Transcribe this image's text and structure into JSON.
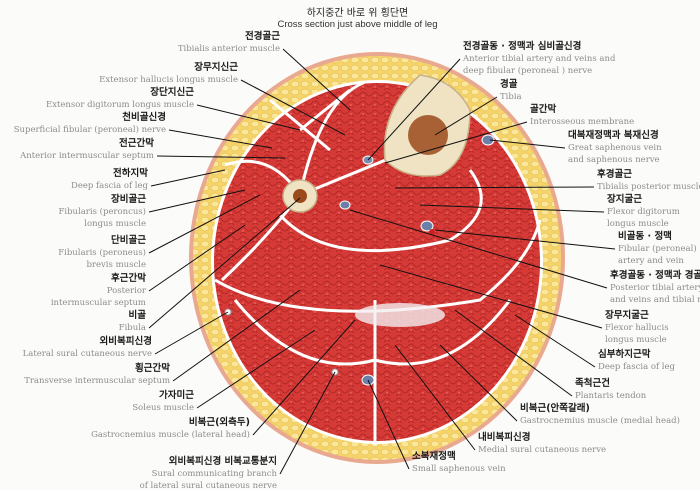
{
  "title": {
    "ko": "하지중간 바로 위 횡단면",
    "en": "Cross section just above middle of leg"
  },
  "colors": {
    "fat": "#f5d46a",
    "muscle": "#d63a36",
    "skin": "#e9a890",
    "bone": "#efe3c4",
    "marrow": "#9a4a1c"
  },
  "left_labels": [
    {
      "ko": "전경골근",
      "en": [
        "Tibialis anterior muscle"
      ]
    },
    {
      "ko": "장무지신근",
      "en": [
        "Extensor hallucis longus muscle"
      ]
    },
    {
      "ko": "장단지신근",
      "en": [
        "Extensor digitorum longus muscle"
      ]
    },
    {
      "ko": "천비골신경",
      "en": [
        "Superficial fibular (peroneal) nerve"
      ]
    },
    {
      "ko": "전근간막",
      "en": [
        "Anterior intermuscular septum"
      ]
    },
    {
      "ko": "전하지막",
      "en": [
        "Deep fascia of leg"
      ]
    },
    {
      "ko": "장비골근",
      "en": [
        "Fibularis (peroncus)",
        "longus muscle"
      ]
    },
    {
      "ko": "단비골근",
      "en": [
        "Fibularis (peroneus)",
        "brevis muscle"
      ]
    },
    {
      "ko": "후근간막",
      "en": [
        "Posterior",
        "intermuscular septum"
      ]
    },
    {
      "ko": "비골",
      "en": [
        "Fibula"
      ]
    },
    {
      "ko": "외비복피신경",
      "en": [
        "Lateral sural cutaneous nerve"
      ]
    },
    {
      "ko": "횡근간막",
      "en": [
        "Transverse intermuscular septum"
      ]
    },
    {
      "ko": "가자미근",
      "en": [
        "Soleus muscle"
      ]
    },
    {
      "ko": "비복근(외측두)",
      "en": [
        "Gastrocnemius muscle (lateral head)"
      ]
    },
    {
      "ko": "외비복피신경 비복교통분지",
      "en": [
        "Sural communicating branch",
        "of lateral sural cutaneous nerve"
      ]
    }
  ],
  "right_labels": [
    {
      "ko": "전경골동 · 정맥과 심비골신경",
      "en": [
        "Anterior tibial artery and veins and",
        "deep fibular (peroneal ) nerve"
      ]
    },
    {
      "ko": "경골",
      "en": [
        "Tibia"
      ]
    },
    {
      "ko": "골간막",
      "en": [
        "Interosseous membrane"
      ]
    },
    {
      "ko": "대복재정맥과 복재신경",
      "en": [
        "Great saphenous vein",
        "and saphenous nerve"
      ]
    },
    {
      "ko": "후경골근",
      "en": [
        "Tibialis posterior muscle"
      ]
    },
    {
      "ko": "장지굴근",
      "en": [
        "Flexor digitorum",
        "longus muscle"
      ]
    },
    {
      "ko": "비골동 · 정맥",
      "en": [
        "Fibular (peroneal)",
        "artery and vein"
      ]
    },
    {
      "ko": "후경골동 · 정맥과 경골신경",
      "en": [
        "Posterior tibial artery",
        "and veins and tibial nerve"
      ]
    },
    {
      "ko": "장무지굴근",
      "en": [
        "Flexor hallucis",
        "longus muscle"
      ]
    },
    {
      "ko": "심부하지근막",
      "en": [
        "Deep fascia of leg"
      ]
    },
    {
      "ko": "족척근건",
      "en": [
        "Plantaris tendon"
      ]
    },
    {
      "ko": "비복근(안쪽갈래)",
      "en": [
        "Gastrocnemius muscle (medial head)"
      ]
    },
    {
      "ko": "내비복피신경",
      "en": [
        "Medial sural cutaneous nerve"
      ]
    },
    {
      "ko": "소복재정맥",
      "en": [
        "Small saphenous vein"
      ]
    }
  ]
}
